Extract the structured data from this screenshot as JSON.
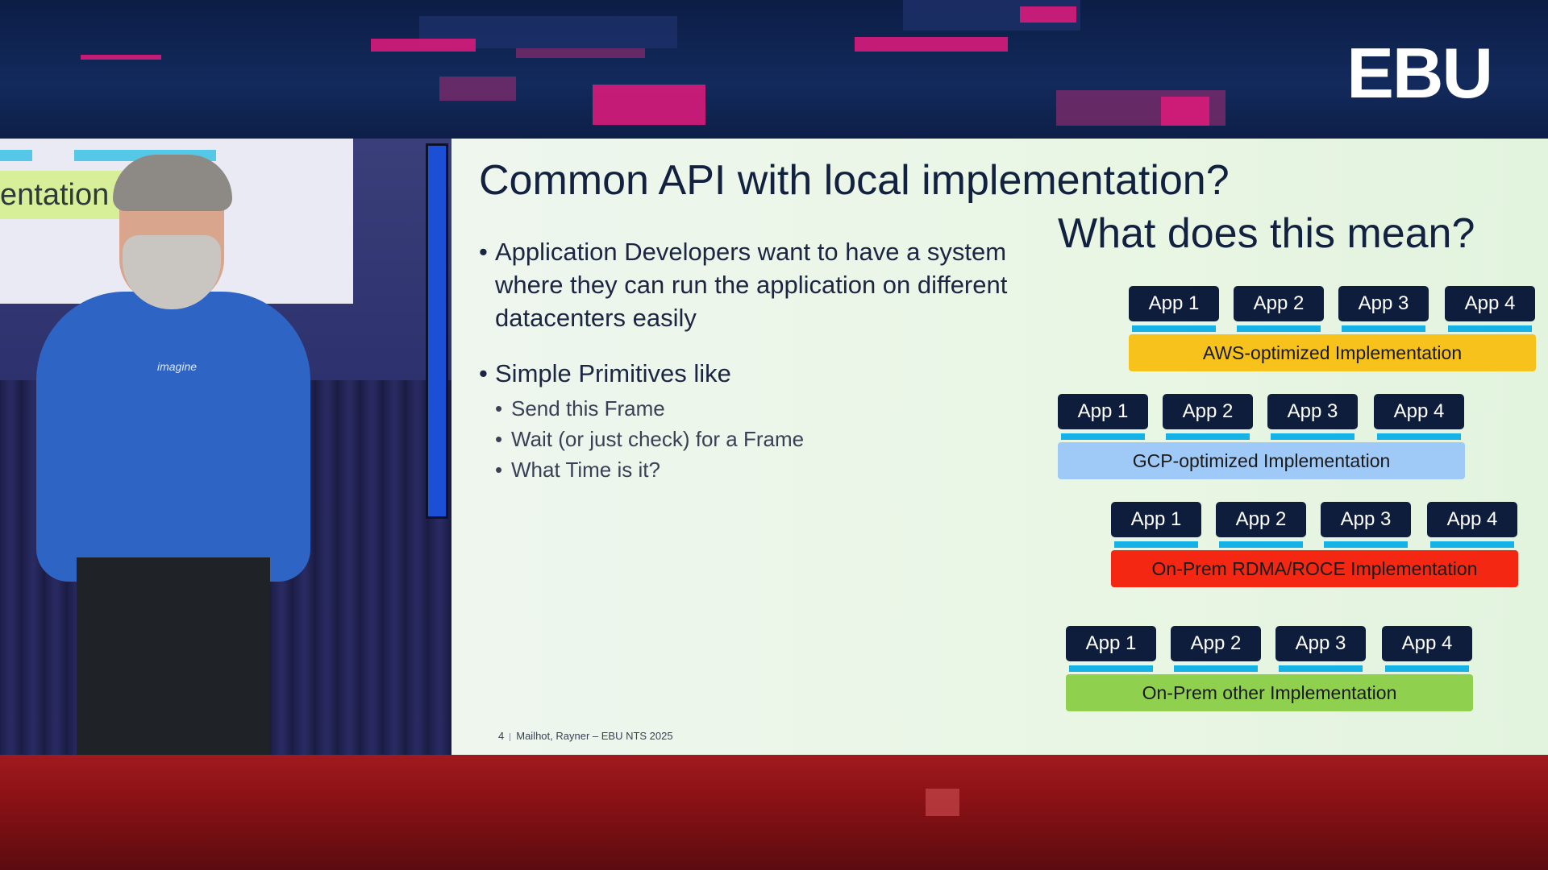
{
  "brand": {
    "logo_text": "EBU",
    "logo_color": "#ffffff"
  },
  "background_screen": {
    "visible_text": "entation"
  },
  "speaker": {
    "shirt_logo_text": "imagine",
    "shirt_color": "#2e64c4"
  },
  "slide": {
    "title": "Common API with local implementation?",
    "bullets": [
      {
        "text": "Application Developers want to have a system where they can run the application on different datacenters easily"
      },
      {
        "text": "Simple Primitives like",
        "sub_items": [
          "Send this Frame",
          "Wait (or just check) for a Frame",
          "What Time is it?"
        ]
      }
    ],
    "diagram": {
      "title": "What does this mean?",
      "connector_color": "#14b2e6",
      "app_box_color": "#0f1d3d",
      "groups": [
        {
          "apps": [
            "App 1",
            "App 2",
            "App 3",
            "App 4"
          ],
          "implementation": "AWS-optimized Implementation",
          "color": "#f7c21b"
        },
        {
          "apps": [
            "App 1",
            "App 2",
            "App 3",
            "App 4"
          ],
          "implementation": "GCP-optimized Implementation",
          "color": "#9fc9f6"
        },
        {
          "apps": [
            "App 1",
            "App 2",
            "App 3",
            "App 4"
          ],
          "implementation": "On-Prem RDMA/ROCE Implementation",
          "color": "#f42812"
        },
        {
          "apps": [
            "App 1",
            "App 2",
            "App 3",
            "App 4"
          ],
          "implementation": "On-Prem other Implementation",
          "color": "#8fd14f"
        }
      ]
    },
    "footer": {
      "page_number": "4",
      "text": "Mailhot, Rayner – EBU NTS 2025"
    }
  }
}
